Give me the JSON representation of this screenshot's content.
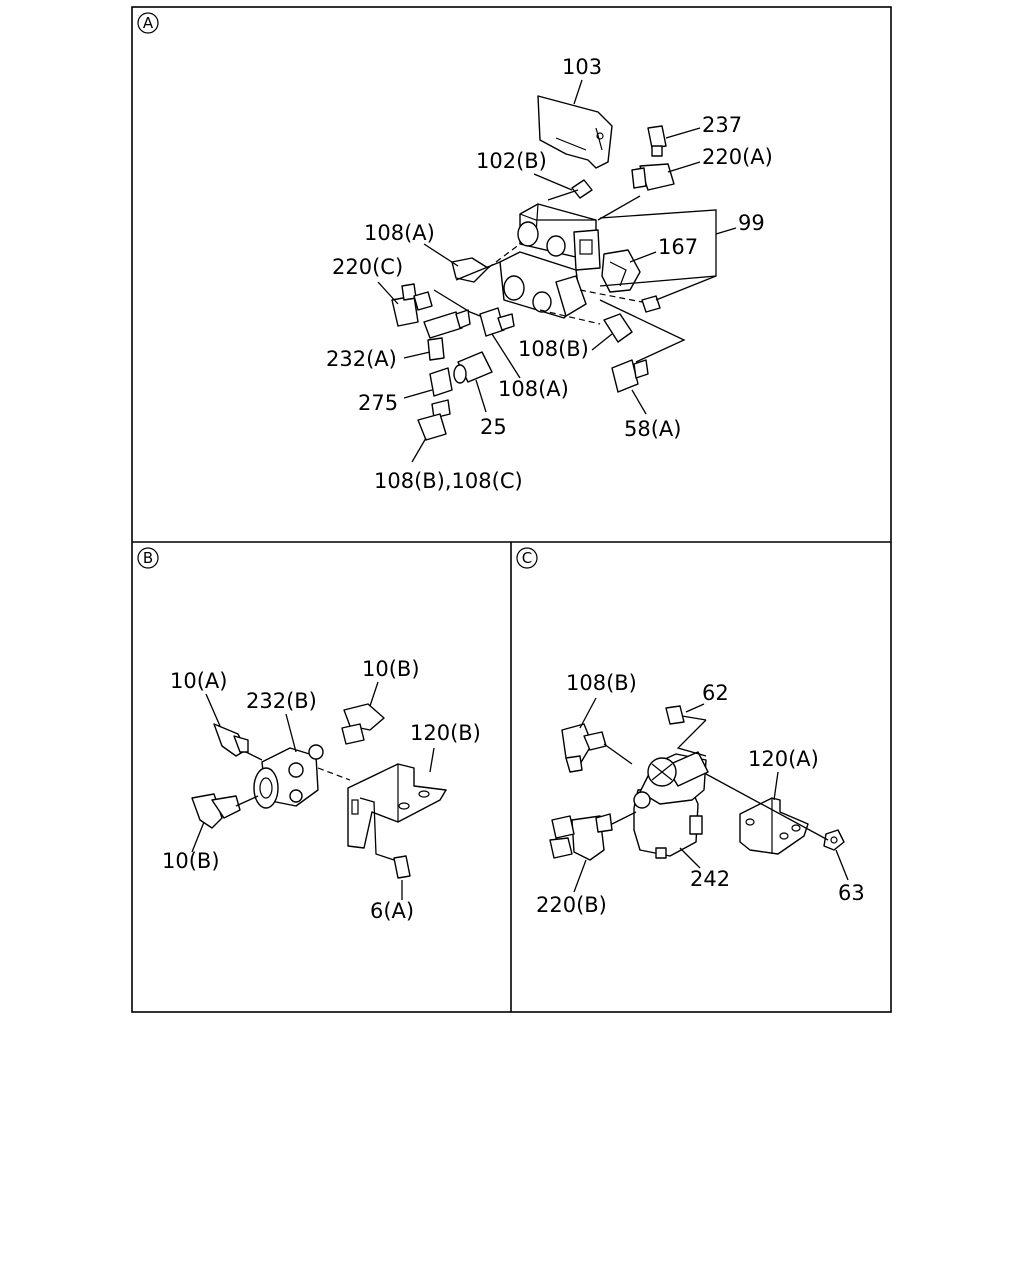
{
  "panels": [
    {
      "id": "A",
      "label": "A"
    },
    {
      "id": "B",
      "label": "B"
    },
    {
      "id": "C",
      "label": "C"
    }
  ],
  "callouts": {
    "a": [
      "103",
      "237",
      "102(B)",
      "220(A)",
      "99",
      "167",
      "108(A)",
      "220(C)",
      "232(A)",
      "108(B)",
      "108(A)",
      "275",
      "25",
      "58(A)",
      "108(B),108(C)"
    ],
    "b": [
      "10(A)",
      "10(B)",
      "232(B)",
      "120(B)",
      "10(B)",
      "6(A)"
    ],
    "c": [
      "108(B)",
      "62",
      "120(A)",
      "242",
      "220(B)",
      "63"
    ]
  }
}
